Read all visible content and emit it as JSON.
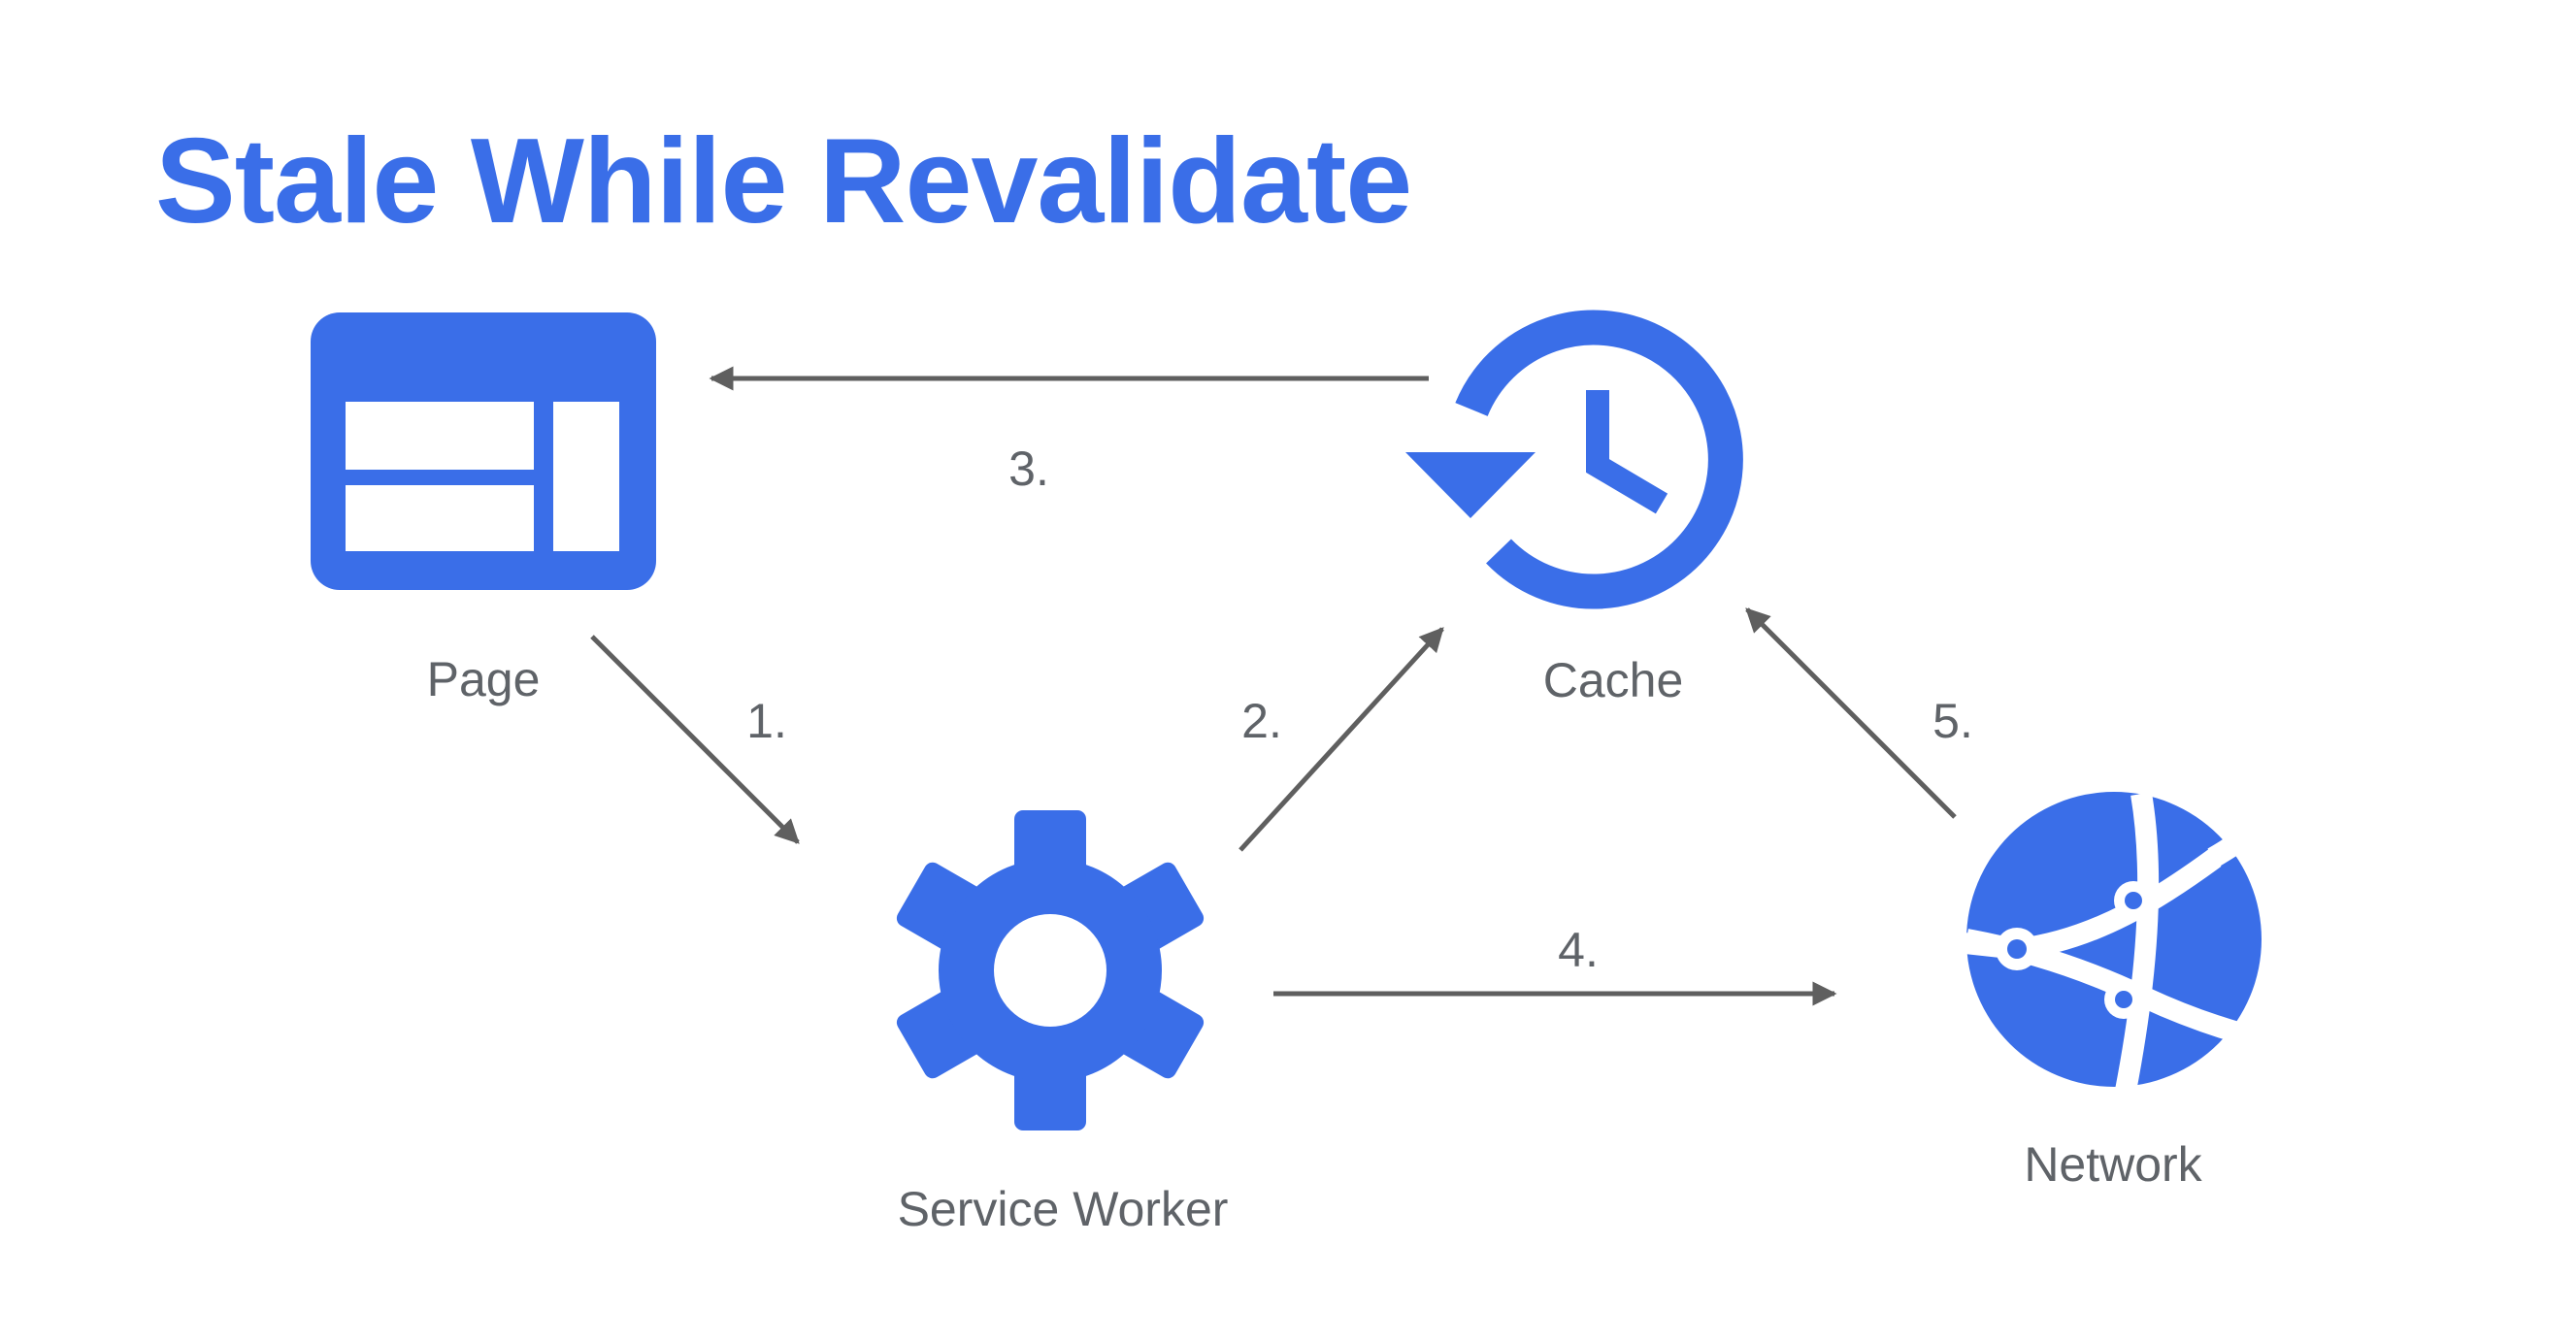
{
  "title": "Stale While Revalidate",
  "colors": {
    "accent": "#3a6ee8",
    "arrow": "#5f5f5f",
    "text": "#5f6368"
  },
  "nodes": {
    "page": {
      "label": "Page",
      "icon": "web-page-icon"
    },
    "cache": {
      "label": "Cache",
      "icon": "history-clock-icon"
    },
    "service_worker": {
      "label": "Service Worker",
      "icon": "gear-icon"
    },
    "network": {
      "label": "Network",
      "icon": "globe-network-icon"
    }
  },
  "steps": [
    {
      "label": "1.",
      "from": "page",
      "to": "service_worker"
    },
    {
      "label": "2.",
      "from": "service_worker",
      "to": "cache"
    },
    {
      "label": "3.",
      "from": "cache",
      "to": "page"
    },
    {
      "label": "4.",
      "from": "service_worker",
      "to": "network"
    },
    {
      "label": "5.",
      "from": "network",
      "to": "cache"
    }
  ]
}
